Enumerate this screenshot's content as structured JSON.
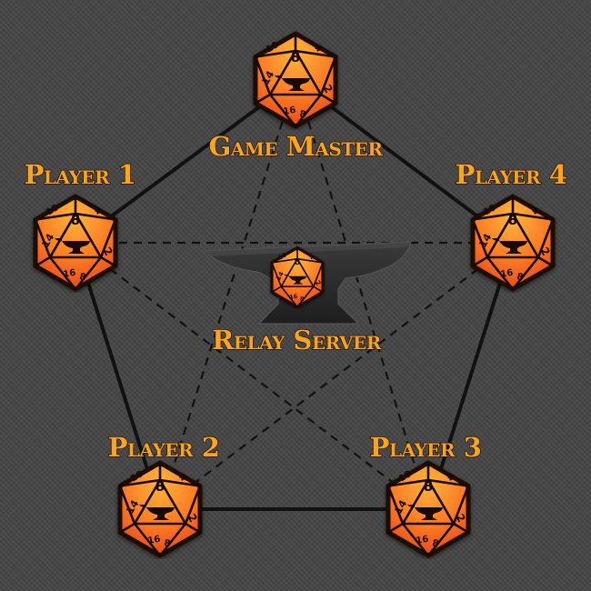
{
  "diagram": {
    "colors": {
      "background": "#454545",
      "line": "#111111",
      "die_light": "#ffae3a",
      "die_dark": "#e0401a",
      "die_outline": "#1a0800",
      "label": "#f6a51e",
      "anvil": "#2c2c2c"
    },
    "icons": {
      "node": "d20-anvil-icon",
      "server": "anvil-icon"
    },
    "nodes": [
      {
        "id": "gm",
        "label": "Game Master",
        "die_number": "8"
      },
      {
        "id": "p1",
        "label": "Player 1",
        "die_number": "8"
      },
      {
        "id": "p4",
        "label": "Player 4",
        "die_number": "8"
      },
      {
        "id": "p2",
        "label": "Player 2",
        "die_number": "8"
      },
      {
        "id": "p3",
        "label": "Player 3",
        "die_number": "8"
      }
    ],
    "server": {
      "id": "relay",
      "label": "Relay Server",
      "die_number": "8"
    },
    "edges_solid": [
      [
        "gm",
        "p1"
      ],
      [
        "gm",
        "p4"
      ],
      [
        "p1",
        "p2"
      ],
      [
        "p4",
        "p3"
      ],
      [
        "p2",
        "p3"
      ]
    ],
    "edges_dashed": [
      [
        "gm",
        "p2"
      ],
      [
        "gm",
        "p3"
      ],
      [
        "p1",
        "p4"
      ],
      [
        "p1",
        "p3"
      ],
      [
        "p4",
        "p2"
      ]
    ]
  }
}
